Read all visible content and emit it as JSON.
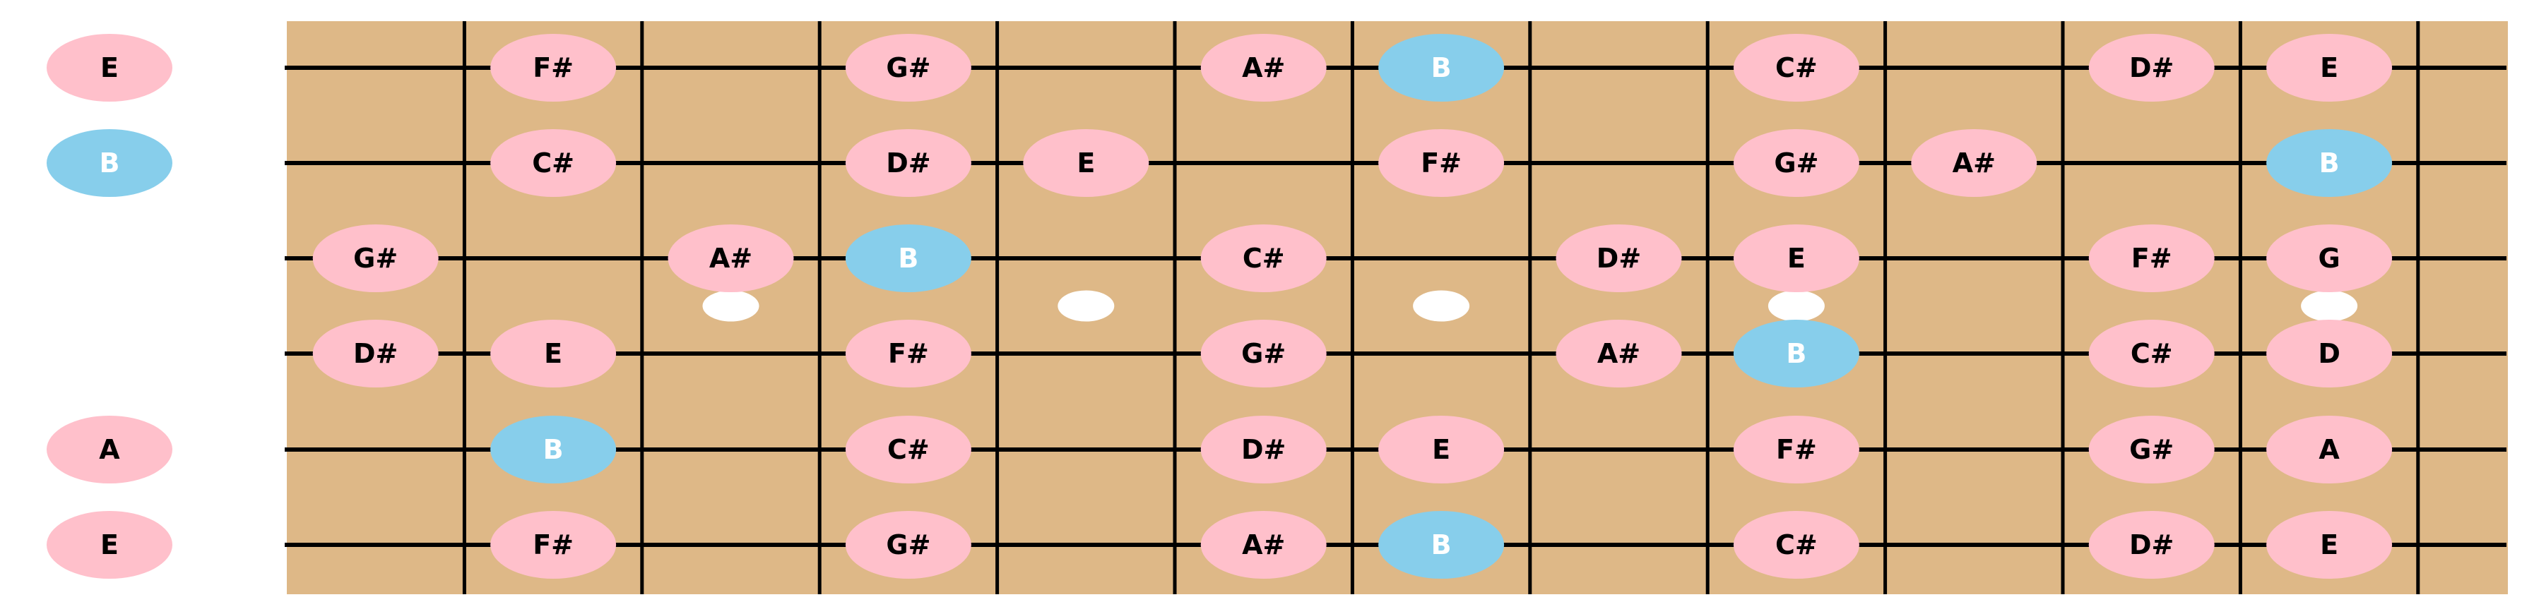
{
  "colors": {
    "fretboard": "#deb887",
    "note": "#ffc0cb",
    "root": "#87ceeb",
    "note_text": "#000000",
    "root_text": "#ffffff",
    "inlay": "#ffffff",
    "line": "#000000",
    "background": "#ffffff"
  },
  "open_strings": [
    {
      "string": 1,
      "label": "E",
      "root": false
    },
    {
      "string": 2,
      "label": "B",
      "root": true
    },
    {
      "string": 5,
      "label": "A",
      "root": false
    },
    {
      "string": 6,
      "label": "E",
      "root": false
    }
  ],
  "notes": [
    {
      "string": 1,
      "fret": 2,
      "label": "F#",
      "root": false
    },
    {
      "string": 1,
      "fret": 4,
      "label": "G#",
      "root": false
    },
    {
      "string": 1,
      "fret": 6,
      "label": "A#",
      "root": false
    },
    {
      "string": 1,
      "fret": 7,
      "label": "B",
      "root": true
    },
    {
      "string": 1,
      "fret": 9,
      "label": "C#",
      "root": false
    },
    {
      "string": 1,
      "fret": 11,
      "label": "D#",
      "root": false
    },
    {
      "string": 1,
      "fret": 12,
      "label": "E",
      "root": false
    },
    {
      "string": 2,
      "fret": 2,
      "label": "C#",
      "root": false
    },
    {
      "string": 2,
      "fret": 4,
      "label": "D#",
      "root": false
    },
    {
      "string": 2,
      "fret": 5,
      "label": "E",
      "root": false
    },
    {
      "string": 2,
      "fret": 7,
      "label": "F#",
      "root": false
    },
    {
      "string": 2,
      "fret": 9,
      "label": "G#",
      "root": false
    },
    {
      "string": 2,
      "fret": 10,
      "label": "A#",
      "root": false
    },
    {
      "string": 2,
      "fret": 12,
      "label": "B",
      "root": true
    },
    {
      "string": 3,
      "fret": 1,
      "label": "G#",
      "root": false
    },
    {
      "string": 3,
      "fret": 3,
      "label": "A#",
      "root": false
    },
    {
      "string": 3,
      "fret": 4,
      "label": "B",
      "root": true
    },
    {
      "string": 3,
      "fret": 6,
      "label": "C#",
      "root": false
    },
    {
      "string": 3,
      "fret": 8,
      "label": "D#",
      "root": false
    },
    {
      "string": 3,
      "fret": 9,
      "label": "E",
      "root": false
    },
    {
      "string": 3,
      "fret": 11,
      "label": "F#",
      "root": false
    },
    {
      "string": 3,
      "fret": 12,
      "label": "G",
      "root": false
    },
    {
      "string": 4,
      "fret": 1,
      "label": "D#",
      "root": false
    },
    {
      "string": 4,
      "fret": 2,
      "label": "E",
      "root": false
    },
    {
      "string": 4,
      "fret": 4,
      "label": "F#",
      "root": false
    },
    {
      "string": 4,
      "fret": 6,
      "label": "G#",
      "root": false
    },
    {
      "string": 4,
      "fret": 8,
      "label": "A#",
      "root": false
    },
    {
      "string": 4,
      "fret": 9,
      "label": "B",
      "root": true
    },
    {
      "string": 4,
      "fret": 11,
      "label": "C#",
      "root": false
    },
    {
      "string": 4,
      "fret": 12,
      "label": "D",
      "root": false
    },
    {
      "string": 5,
      "fret": 2,
      "label": "B",
      "root": true
    },
    {
      "string": 5,
      "fret": 4,
      "label": "C#",
      "root": false
    },
    {
      "string": 5,
      "fret": 6,
      "label": "D#",
      "root": false
    },
    {
      "string": 5,
      "fret": 7,
      "label": "E",
      "root": false
    },
    {
      "string": 5,
      "fret": 9,
      "label": "F#",
      "root": false
    },
    {
      "string": 5,
      "fret": 11,
      "label": "G#",
      "root": false
    },
    {
      "string": 5,
      "fret": 12,
      "label": "A",
      "root": false
    },
    {
      "string": 6,
      "fret": 2,
      "label": "F#",
      "root": false
    },
    {
      "string": 6,
      "fret": 4,
      "label": "G#",
      "root": false
    },
    {
      "string": 6,
      "fret": 6,
      "label": "A#",
      "root": false
    },
    {
      "string": 6,
      "fret": 7,
      "label": "B",
      "root": true
    },
    {
      "string": 6,
      "fret": 9,
      "label": "C#",
      "root": false
    },
    {
      "string": 6,
      "fret": 11,
      "label": "D#",
      "root": false
    },
    {
      "string": 6,
      "fret": 12,
      "label": "E",
      "root": false
    }
  ],
  "inlay_frets": [
    3,
    5,
    7,
    9,
    12
  ],
  "string_count": 6,
  "fret_count": 12
}
